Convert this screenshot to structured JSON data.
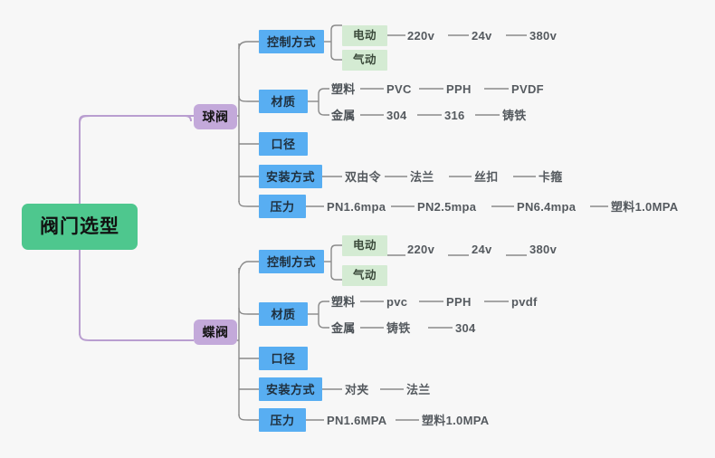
{
  "diagram": {
    "type": "mindmap",
    "title": "阀门选型",
    "background": "#f7f7f7",
    "colors": {
      "root": "#4ec78e",
      "branch": "#c3a9da",
      "category": "#58aef2",
      "chip": "#d4ebd3",
      "root_wire": "#b99ed0",
      "wire": "#8a8a8a",
      "leaf_text": "#555a5f"
    },
    "root": {
      "label": "阀门选型"
    },
    "branches": [
      {
        "label": "球阀",
        "categories": [
          {
            "label": "控制方式",
            "chips": [
              {
                "label": "电动",
                "leaves": [
                  "220v",
                  "24v",
                  "380v"
                ]
              },
              {
                "label": "气动",
                "leaves": []
              }
            ],
            "leaves": []
          },
          {
            "label": "材质",
            "subgroups": [
              {
                "label": "塑料",
                "leaves": [
                  "PVC",
                  "PPH",
                  "PVDF"
                ]
              },
              {
                "label": "金属",
                "leaves": [
                  "304",
                  "316",
                  "铸铁"
                ]
              }
            ]
          },
          {
            "label": "口径",
            "leaves": []
          },
          {
            "label": "安装方式",
            "leaves": [
              "双由令",
              "法兰",
              "丝扣",
              "卡箍"
            ]
          },
          {
            "label": "压力",
            "leaves": [
              "PN1.6mpa",
              "PN2.5mpa",
              "PN6.4mpa",
              "塑料1.0MPA"
            ]
          }
        ]
      },
      {
        "label": "蝶阀",
        "categories": [
          {
            "label": "控制方式",
            "chips": [
              {
                "label": "电动",
                "leaves": [
                  "220v",
                  "24v",
                  "380v"
                ]
              },
              {
                "label": "气动",
                "leaves": []
              }
            ],
            "leaves": []
          },
          {
            "label": "材质",
            "subgroups": [
              {
                "label": "塑料",
                "leaves": [
                  "pvc",
                  "PPH",
                  "pvdf"
                ]
              },
              {
                "label": "金属",
                "leaves": [
                  "铸铁",
                  "304"
                ]
              }
            ]
          },
          {
            "label": "口径",
            "leaves": []
          },
          {
            "label": "安装方式",
            "leaves": [
              "对夹",
              "法兰"
            ]
          },
          {
            "label": "压力",
            "leaves": [
              "PN1.6MPA",
              "塑料1.0MPA"
            ]
          }
        ]
      }
    ]
  }
}
